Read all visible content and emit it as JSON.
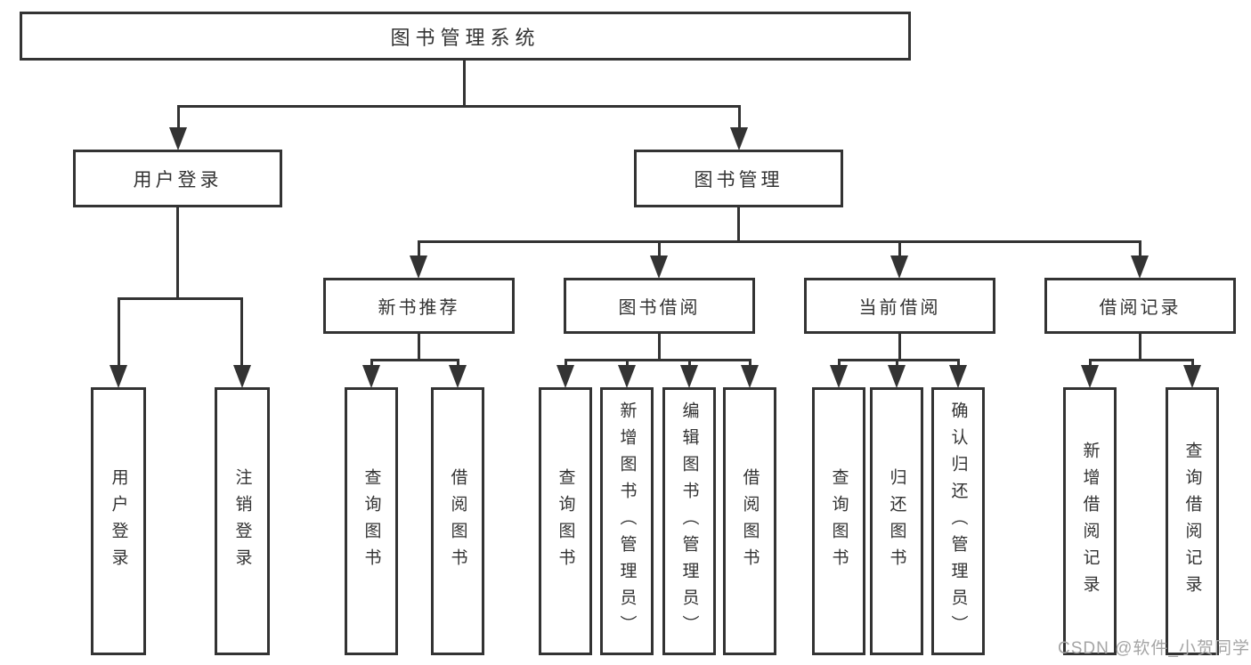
{
  "colors": {
    "line": "#333333",
    "text": "#333333",
    "background": "#ffffff",
    "watermark": "#a5a5a5"
  },
  "tree": {
    "root": {
      "label": "图书管理系统"
    },
    "branches": [
      {
        "label": "用户登录",
        "children": [
          "用户登录",
          "注销登录"
        ]
      },
      {
        "label": "图书管理",
        "children": [
          {
            "label": "新书推荐",
            "children": [
              "查询图书",
              "借阅图书"
            ]
          },
          {
            "label": "图书借阅",
            "children": [
              "查询图书",
              "新增图书（管理员）",
              "编辑图书（管理员）",
              "借阅图书"
            ]
          },
          {
            "label": "当前借阅",
            "children": [
              "查询图书",
              "归还图书",
              "确认归还（管理员）"
            ]
          },
          {
            "label": "借阅记录",
            "children": [
              "新增借阅记录",
              "查询借阅记录"
            ]
          }
        ]
      }
    ]
  },
  "watermark": {
    "text": "CSDN @软件_小贺同学"
  }
}
